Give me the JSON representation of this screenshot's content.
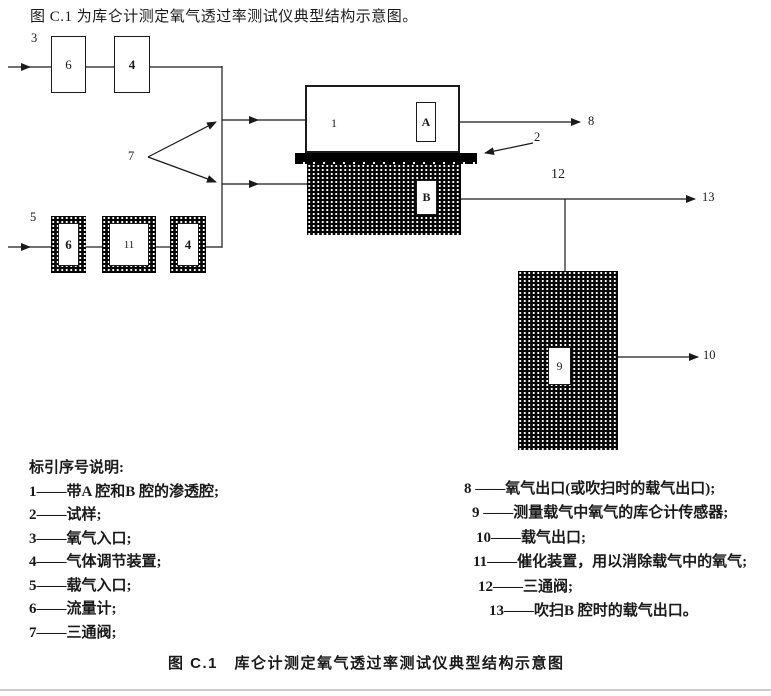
{
  "intro_text": "图 C.1 为库仑计测定氧气透过率测试仪典型结构示意图。",
  "caption": "图 C.1　库仑计测定氧气透过率测试仪典型结构示意图",
  "diagram": {
    "boxes": {
      "flowmeter_top": "6",
      "regulator_top": "4",
      "permeation_cell": "1",
      "chamber_a": "A",
      "chamber_b": "B",
      "flowmeter_bottom": "6",
      "catalytic_device": "11",
      "regulator_bottom": "4",
      "sensor": "9"
    },
    "refs": {
      "oxygen_inlet": "3",
      "carrier_inlet": "5",
      "three_way_valve": "7",
      "oxygen_outlet": "8",
      "specimen": "2",
      "three_way_valve_right": "12",
      "purge_outlet": "13",
      "carrier_outlet": "10"
    }
  },
  "legend": {
    "header": "标引序号说明:",
    "left_items": [
      "1——带A 腔和B 腔的渗透腔;",
      "2——试样;",
      "3——氧气入口;",
      "4——气体调节装置;",
      "5——载气入口;",
      "6——流量计;",
      "7——三通阀;"
    ],
    "right_items": [
      "8 ——氧气出口(或吹扫时的载气出口);",
      "9 ——测量载气中氧气的库仑计传感器;",
      "10——载气出口;",
      "11——催化装置，用以消除载气中的氧气;",
      "12——三通阀;",
      "13——吹扫B 腔时的载气出口。"
    ]
  }
}
